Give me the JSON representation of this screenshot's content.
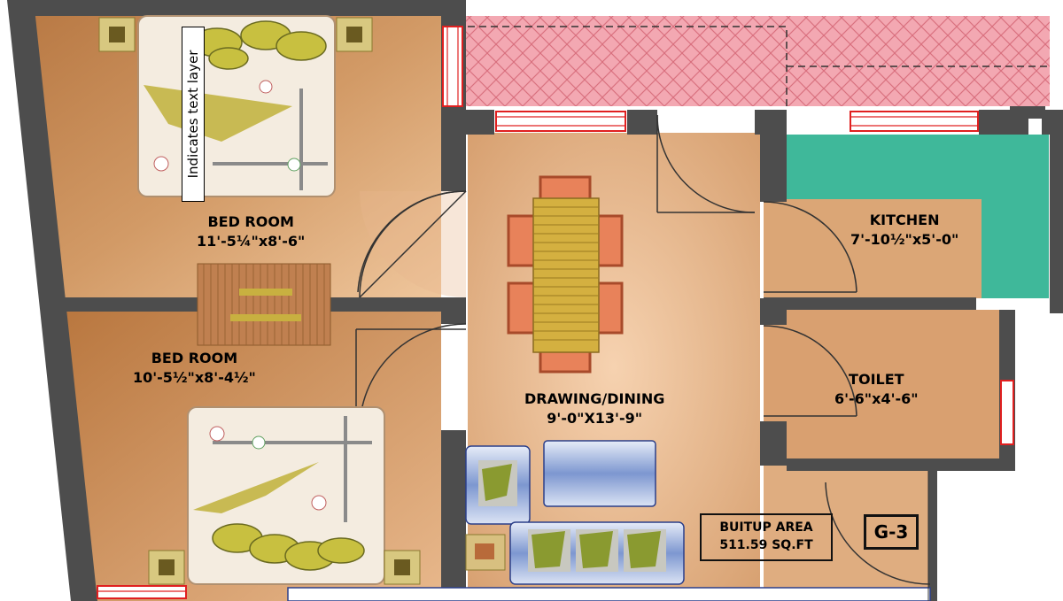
{
  "plan": {
    "rooms": [
      {
        "id": "bed-room-1",
        "name": "BED ROOM",
        "size": "11'-5¼\"x8'-6\""
      },
      {
        "id": "bed-room-2",
        "name": "BED ROOM",
        "size": "10'-5½\"x8'-4½\""
      },
      {
        "id": "drawing-dining",
        "name": "DRAWING/DINING",
        "size": "9'-0\"X13'-9\""
      },
      {
        "id": "kitchen",
        "name": "KITCHEN",
        "size": "7'-10½\"x5'-0\""
      },
      {
        "id": "toilet",
        "name": "TOILET",
        "size": "6'-6\"x4'-6\""
      }
    ],
    "builtup": {
      "label": "BUITUP AREA",
      "value": "511.59 SQ.FT"
    },
    "unit_code": "G-3",
    "text_layer_note": "Indicates text layer",
    "colors": {
      "floor": "#c98d58",
      "floor_light": "#f0c8a0",
      "wall": "#4a4a4a",
      "balcony_tile": "#f2a6b0",
      "kitchen_counter": "#3fb89a",
      "window": "#e02020",
      "dining_table": "#c8a030",
      "chair": "#e8825a",
      "sofa": "#5f7fc0"
    }
  }
}
